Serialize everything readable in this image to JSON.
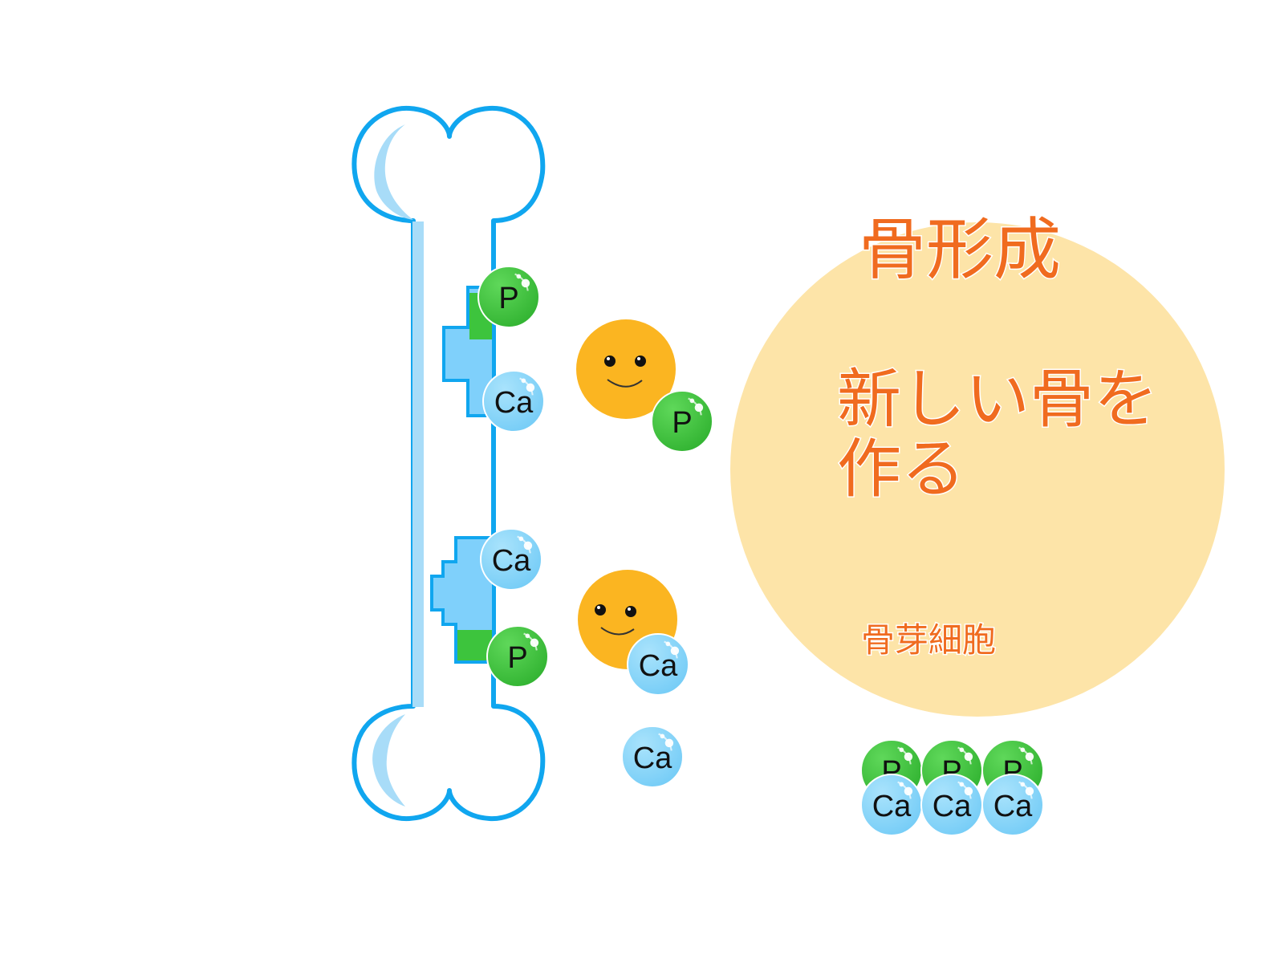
{
  "title": "骨形成",
  "description_lines": [
    "新しい骨を",
    "作る"
  ],
  "cell_label": "骨芽細胞",
  "ion_labels": {
    "phosphorus": "P",
    "calcium": "Ca"
  },
  "colors": {
    "bone_outline": "#10a6ef",
    "bone_shade": "#a8dcf8",
    "deposit_blue": "#7fd0fb",
    "deposit_green": "#3dc43d",
    "cell_circle": "#fde4a8",
    "osteoblast": "#fbb521",
    "title_text": "#f06b1f",
    "ion_p": "#3dc43d",
    "ion_ca": "#86d6fa"
  },
  "icons": [
    "bone",
    "osteoblast-face",
    "phosphorus-ion",
    "calcium-ion"
  ]
}
